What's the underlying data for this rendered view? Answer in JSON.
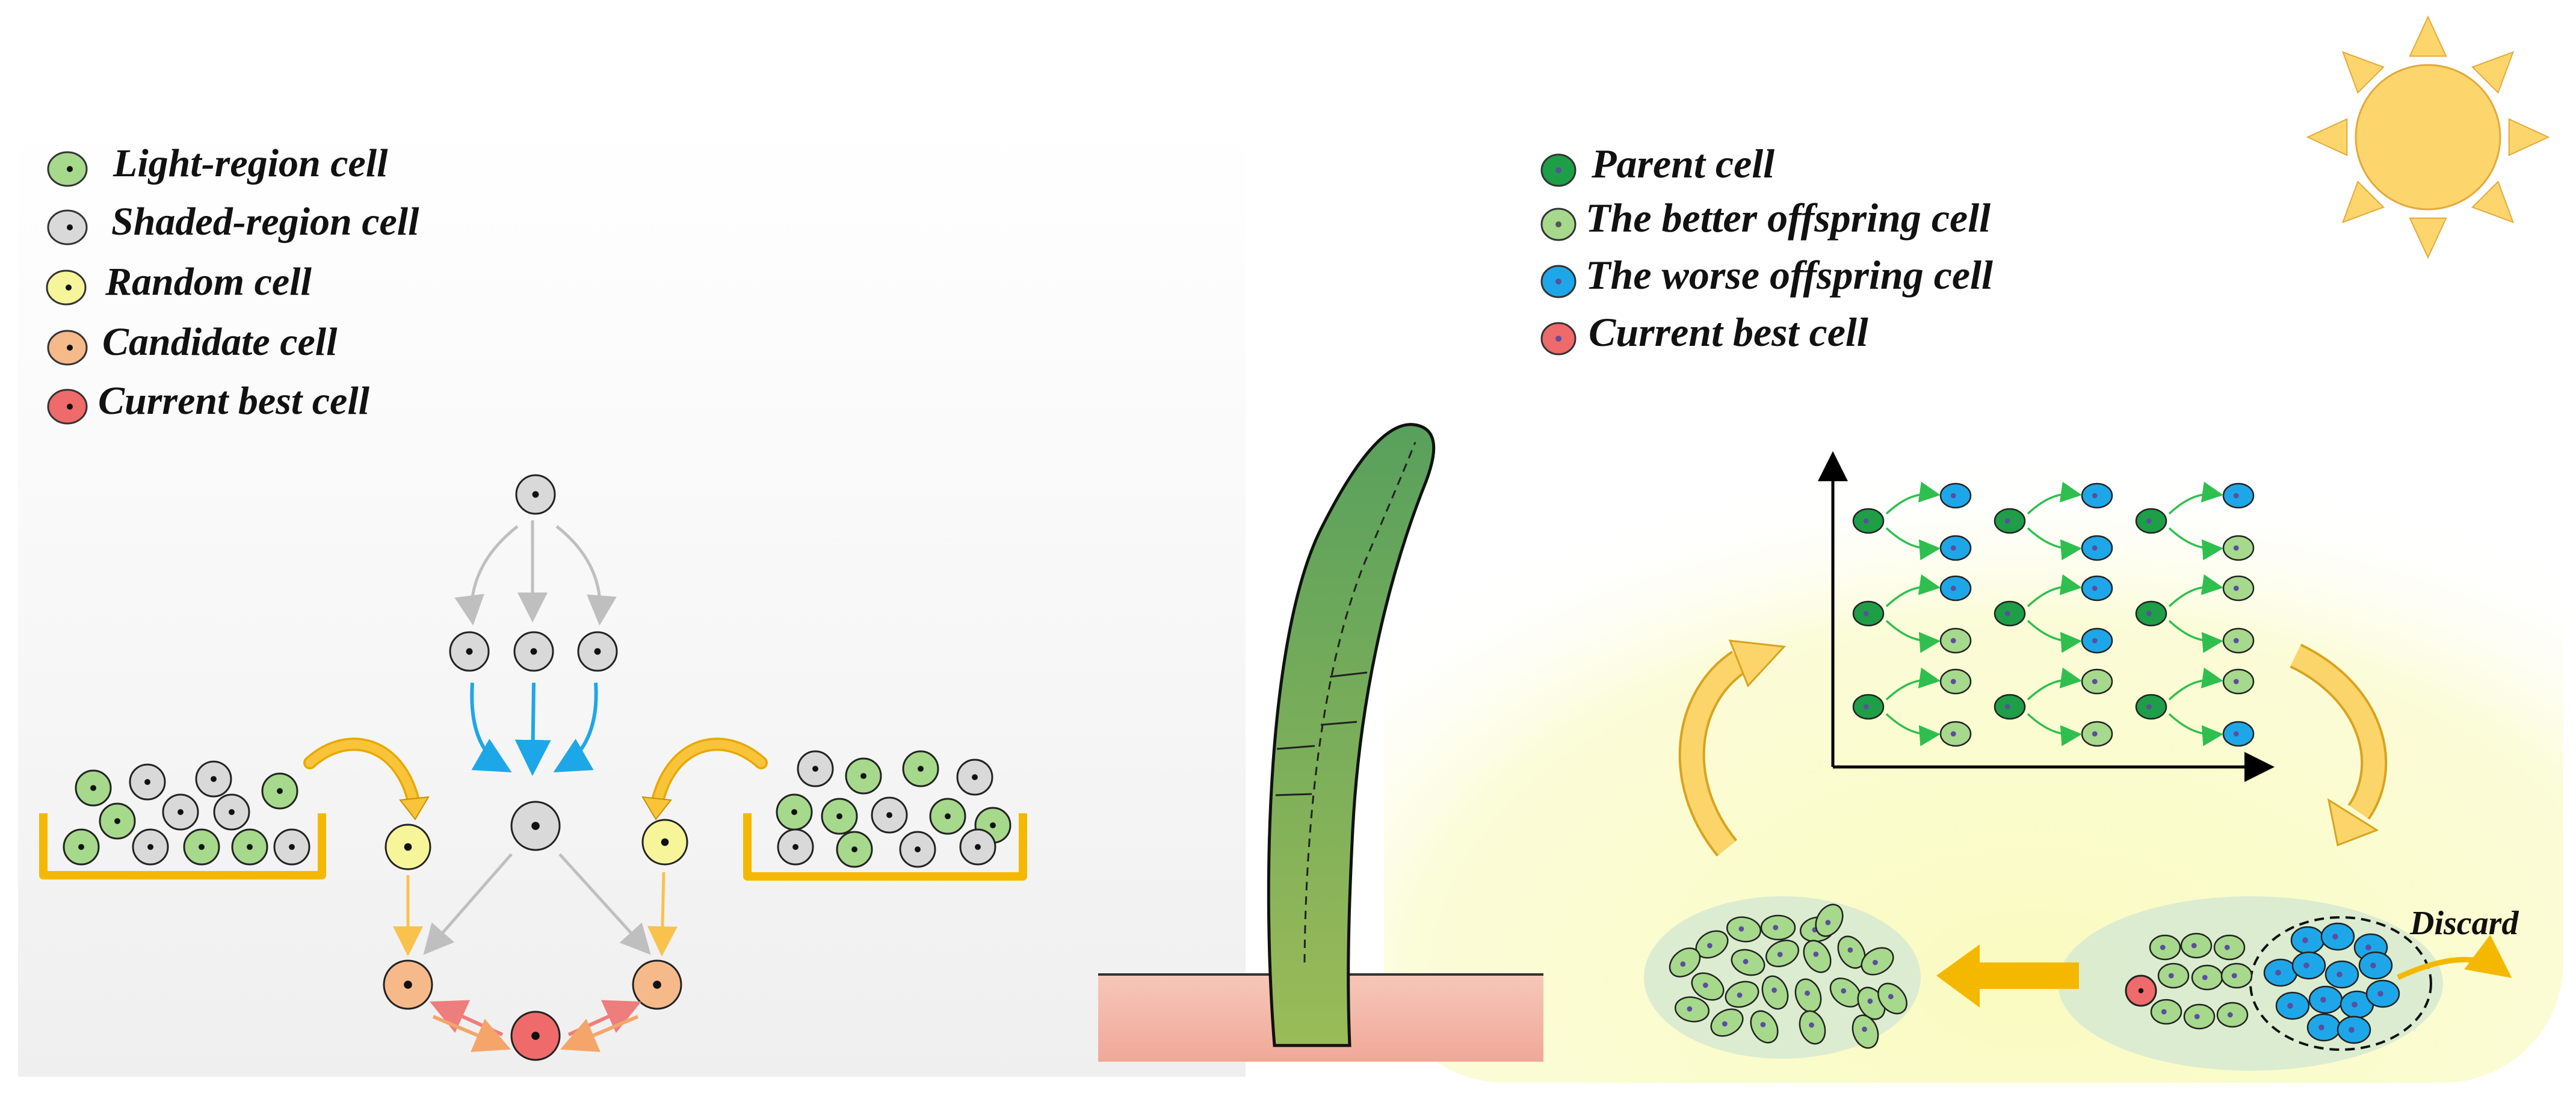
{
  "legend_left": [
    {
      "label": "Light-region cell",
      "color": "#a6d98c"
    },
    {
      "label": "Shaded-region cell",
      "color": "#d9d9d9"
    },
    {
      "label": "Random cell",
      "color": "#f6f59a"
    },
    {
      "label": "Candidate cell",
      "color": "#f5b98a"
    },
    {
      "label": "Current best cell",
      "color": "#ef6a6a"
    }
  ],
  "legend_right": [
    {
      "label": "Parent cell",
      "color": "#1e9e47"
    },
    {
      "label": "The better offspring cell",
      "color": "#a6d98c"
    },
    {
      "label": "The worse offspring cell",
      "color": "#1ea7e8"
    },
    {
      "label": "Current best cell",
      "color": "#ef6a6a"
    }
  ],
  "discard_label": "Discard",
  "colors": {
    "light": "#a6d98c",
    "shaded": "#d9d9d9",
    "random": "#f6f59a",
    "candidate": "#f5b98a",
    "best": "#ef6a6a",
    "parent": "#1e9e47",
    "worse": "#1ea7e8",
    "tray": "#f5b800",
    "sun": "#fcd66c",
    "stem_top": "#5aa35b",
    "stem_bottom": "#9bba58",
    "soil": "#f2b1a2"
  },
  "grid_offspring_types": [
    [
      "worse",
      "worse",
      "worse",
      "worse",
      "worse",
      "better"
    ],
    [
      "worse",
      "better",
      "worse",
      "worse",
      "better",
      "better"
    ],
    [
      "better",
      "better",
      "better",
      "better",
      "better",
      "worse"
    ]
  ]
}
